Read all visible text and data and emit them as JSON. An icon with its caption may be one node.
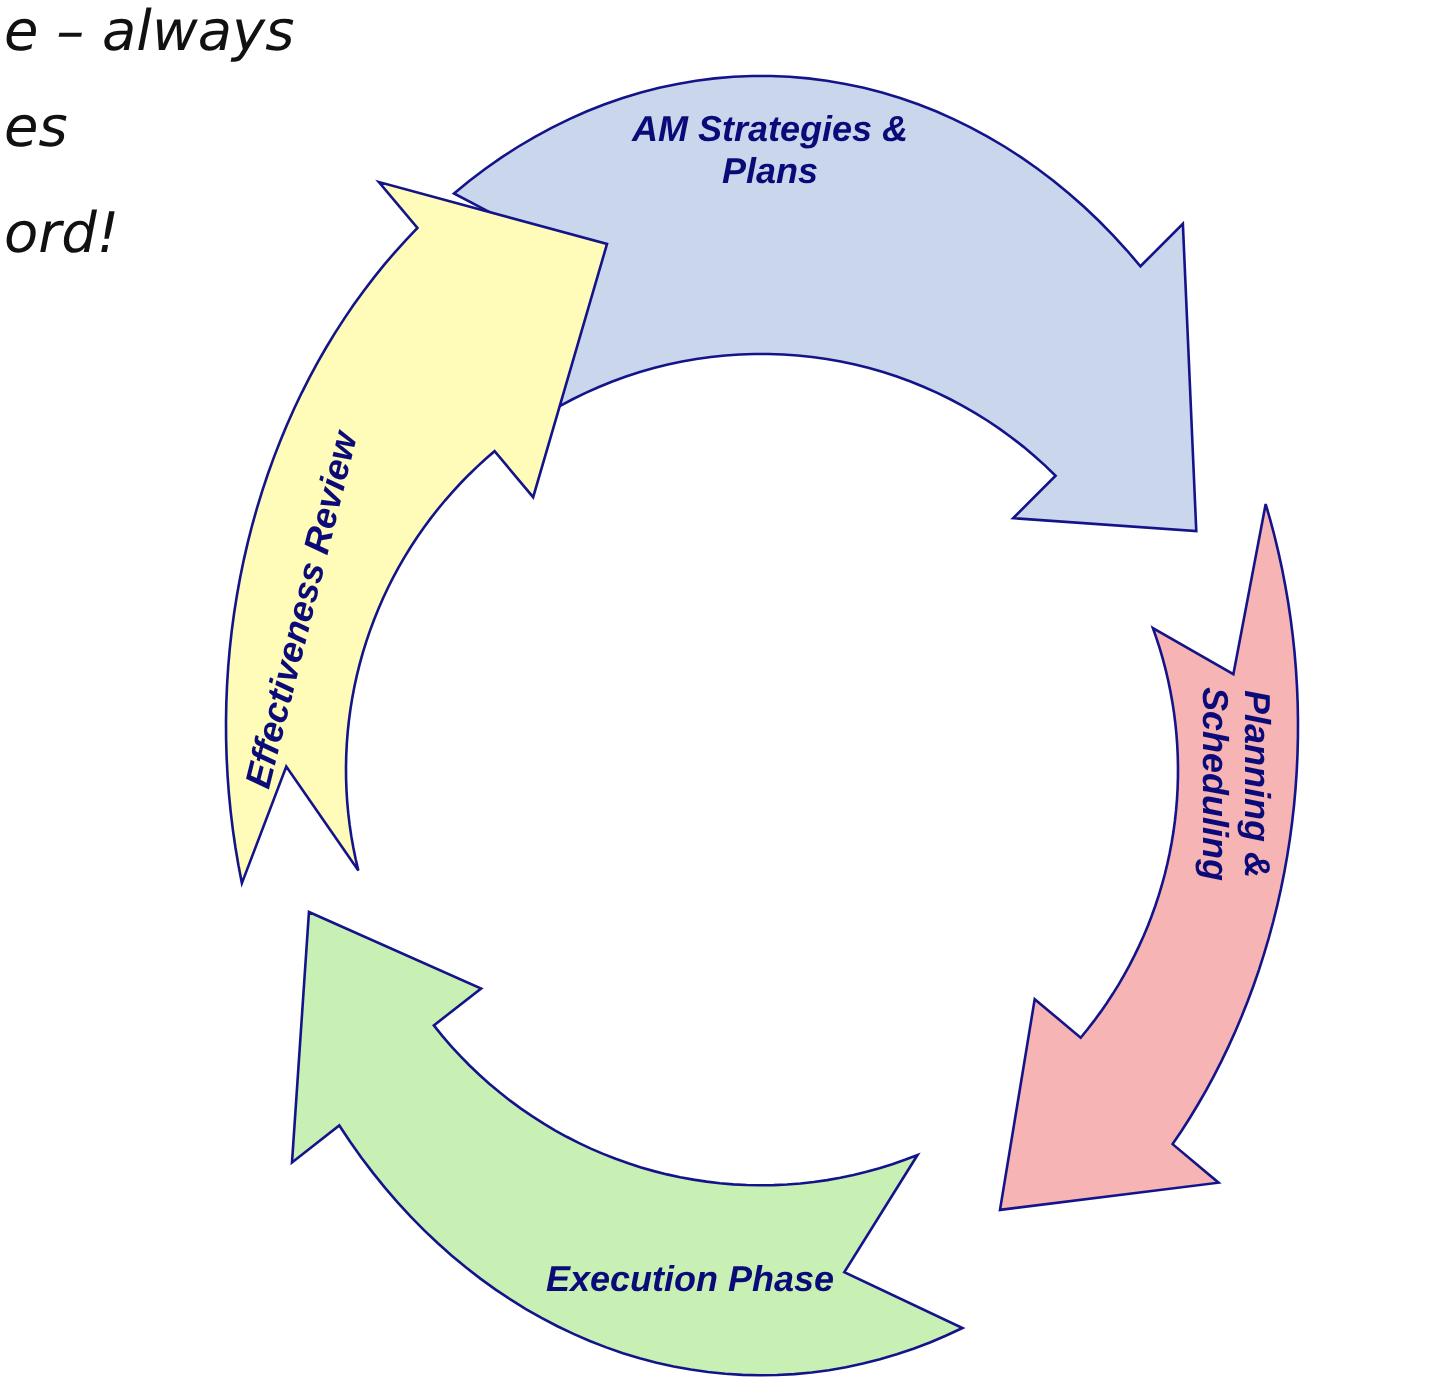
{
  "diagram": {
    "nodes": [
      {
        "text": [
          "AM Strategies & Plans"
        ]
      },
      {
        "text": [
          "Planning & Scheduling"
        ]
      },
      {
        "text": [
          "Execution Phase"
        ]
      },
      {
        "text": [
          "Effectiveness Review"
        ]
      }
    ],
    "labels": [
      "e – always",
      "es",
      "ord!"
    ]
  }
}
